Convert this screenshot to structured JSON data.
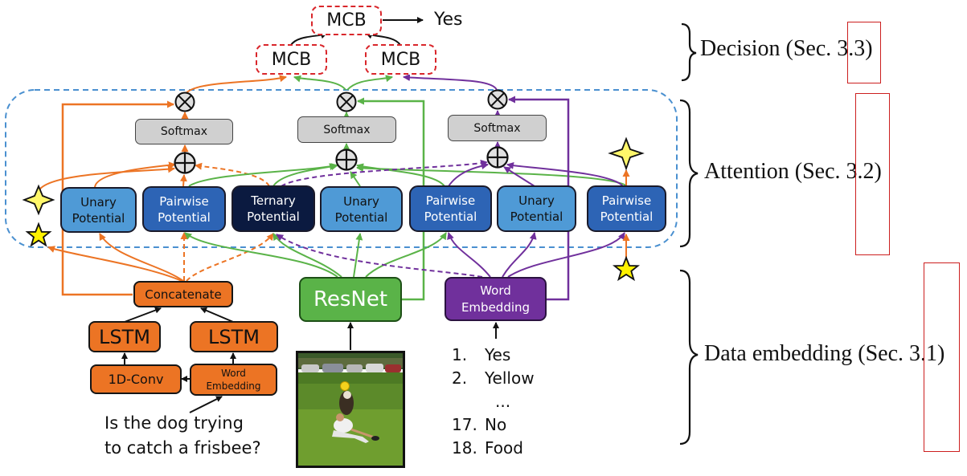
{
  "decision": {
    "mcb_top": "MCB",
    "mcb_left": "MCB",
    "mcb_right": "MCB",
    "output": "Yes"
  },
  "attention": {
    "softmax": [
      "Softmax",
      "Softmax",
      "Softmax"
    ],
    "potentials": [
      {
        "label": "Unary Potential",
        "kind": "unary"
      },
      {
        "label": "Pairwise Potential",
        "kind": "pairwise"
      },
      {
        "label": "Ternary Potential",
        "kind": "ternary"
      },
      {
        "label": "Unary Potential",
        "kind": "unary"
      },
      {
        "label": "Pairwise Potential",
        "kind": "pairwise"
      },
      {
        "label": "Unary Potential",
        "kind": "unary"
      },
      {
        "label": "Pairwise Potential",
        "kind": "pairwise"
      }
    ]
  },
  "embedding": {
    "concatenate": "Concatenate",
    "lstm_left": "LSTM",
    "lstm_right": "LSTM",
    "conv": "1D-Conv",
    "word_embedding_q": "Word Embedding",
    "resnet": "ResNet",
    "word_embedding_a": "Word Embedding"
  },
  "question": {
    "line1": "Is the dog trying",
    "line2": "to catch a frisbee?"
  },
  "answers": [
    {
      "num": "1.",
      "text": "Yes"
    },
    {
      "num": "2.",
      "text": "Yellow"
    },
    {
      "num": "",
      "text": "..."
    },
    {
      "num": "17.",
      "text": "No"
    },
    {
      "num": "18.",
      "text": "Food"
    }
  ],
  "sections": {
    "decision": {
      "label": "Decision (Sec. ",
      "ref": "3.3",
      "close": ")"
    },
    "attention": {
      "label": "Attention (Sec. ",
      "ref": "3.2",
      "close": ")"
    },
    "embedding": {
      "label": "Data embedding (Sec. ",
      "ref": "3.1",
      "close": ")"
    }
  },
  "colors": {
    "orange": "#ec7424",
    "green": "#5ab348",
    "purple": "#70309c",
    "dashed_blue": "#4a90d0",
    "mcb_red": "#d9262b"
  }
}
